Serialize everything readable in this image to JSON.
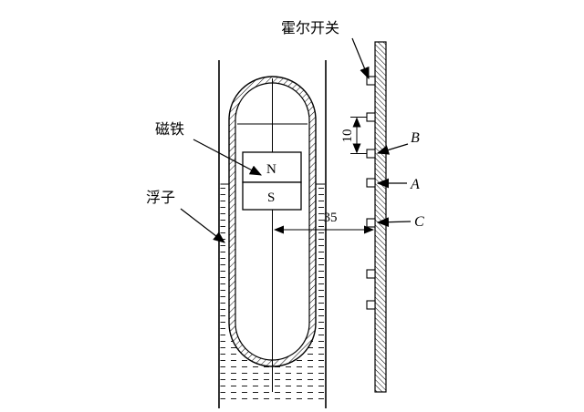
{
  "labels": {
    "hall_switch": "霍尔开关",
    "magnet": "磁铁",
    "float": "浮子",
    "pole_n": "N",
    "pole_s": "S",
    "sensor_b": "B",
    "sensor_a": "A",
    "sensor_c": "C",
    "dim_spacing": "10",
    "dim_distance": "35"
  },
  "colors": {
    "ink": "#000000",
    "background": "#ffffff"
  }
}
